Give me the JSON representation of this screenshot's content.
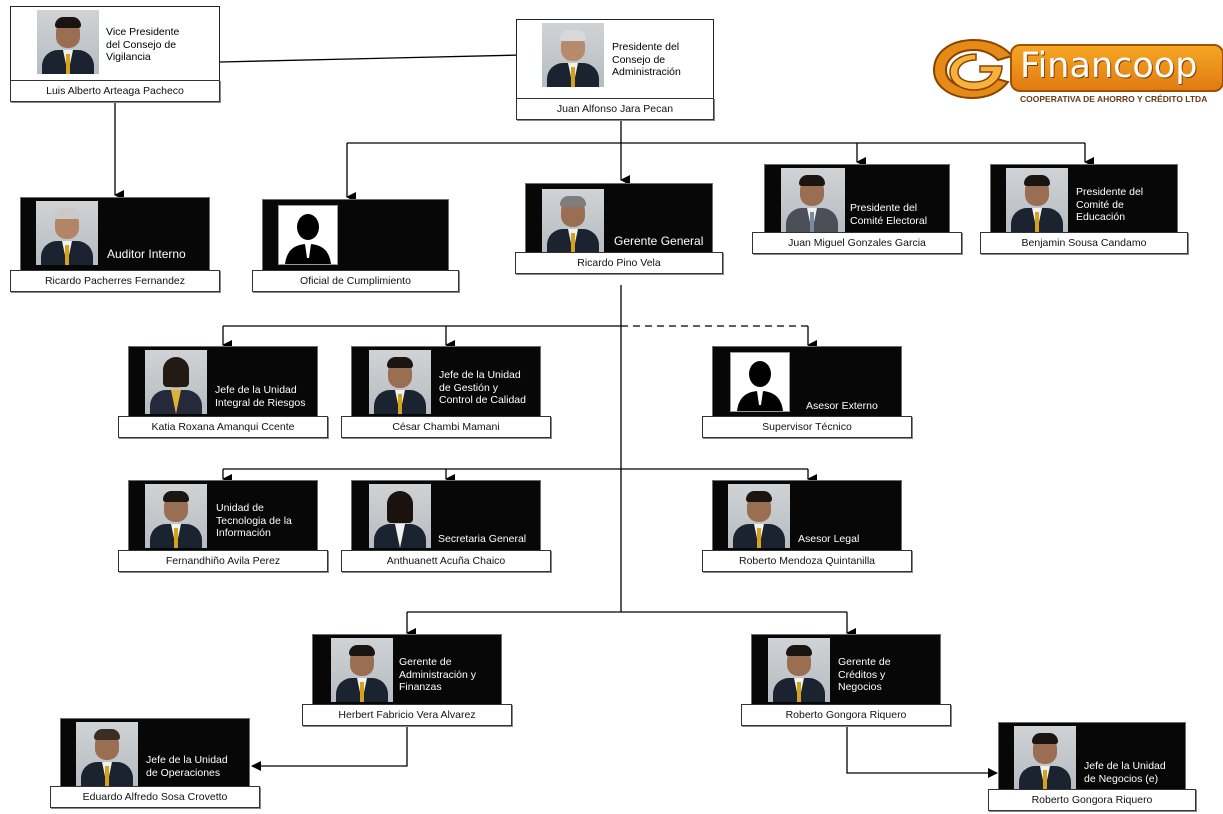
{
  "logo": {
    "brand": "Financoop",
    "tagline": "COOPERATIVA DE AHORRO Y CRÉDITO LTDA",
    "colors": {
      "orange": "#f6a623",
      "dark_orange": "#e07b12",
      "brown": "#6a3a18"
    }
  },
  "colors": {
    "panel": "#070707",
    "line": "#000000"
  },
  "nodes": {
    "vp_vigilancia": {
      "title": "Vice Presidente\ndel Consejo de\nVigilancia",
      "name": "Luis Alberto Arteaga Pacheco"
    },
    "pres_admin": {
      "title": "Presidente del\nConsejo de\nAdministración",
      "name": "Juan Alfonso Jara Pecan"
    },
    "auditor": {
      "title": "Auditor Interno",
      "name": "Ricardo Pacherres Fernandez"
    },
    "oficial": {
      "title": "",
      "name": "Oficial de Cumplimiento"
    },
    "gerente_general": {
      "title": "Gerente General",
      "name": "Ricardo Pino Vela"
    },
    "comite_electoral": {
      "title": "Presidente del\nComité Electoral",
      "name": "Juan Miguel Gonzales Garcia"
    },
    "comite_educacion": {
      "title": "Presidente del\nComité de\nEducación",
      "name": "Benjamin Sousa Candamo"
    },
    "riesgos": {
      "title": "Jefe de la Unidad\nIntegral de Riesgos",
      "name": "Katia Roxana Amanqui Ccente"
    },
    "calidad": {
      "title": "Jefe de la Unidad\nde Gestión y\nControl de Calidad",
      "name": "César Chambi Mamani"
    },
    "asesor_externo": {
      "title": "Asesor Externo",
      "name": "Supervisor Técnico"
    },
    "ti": {
      "title": "Unidad de\nTecnologia de la\nInformación",
      "name": "Fernandhiño Avila Perez"
    },
    "secretaria": {
      "title": "Secretaria General",
      "name": "Anthuanett Acuña Chaico"
    },
    "asesor_legal": {
      "title": "Asesor Legal",
      "name": "Roberto Mendoza Quintanilla"
    },
    "adm_finanzas": {
      "title": "Gerente de\nAdministración y\nFinanzas",
      "name": "Herbert Fabricio Vera Alvarez"
    },
    "creditos": {
      "title": "Gerente de\nCréditos y\nNegocios",
      "name": "Roberto Gongora Riquero"
    },
    "operaciones": {
      "title": "Jefe de la Unidad\nde Operaciones",
      "name": "Eduardo Alfredo Sosa Crovetto"
    },
    "negocios": {
      "title": "Jefe de la Unidad\nde Negocios (e)",
      "name": "Roberto Gongora Riquero"
    }
  }
}
